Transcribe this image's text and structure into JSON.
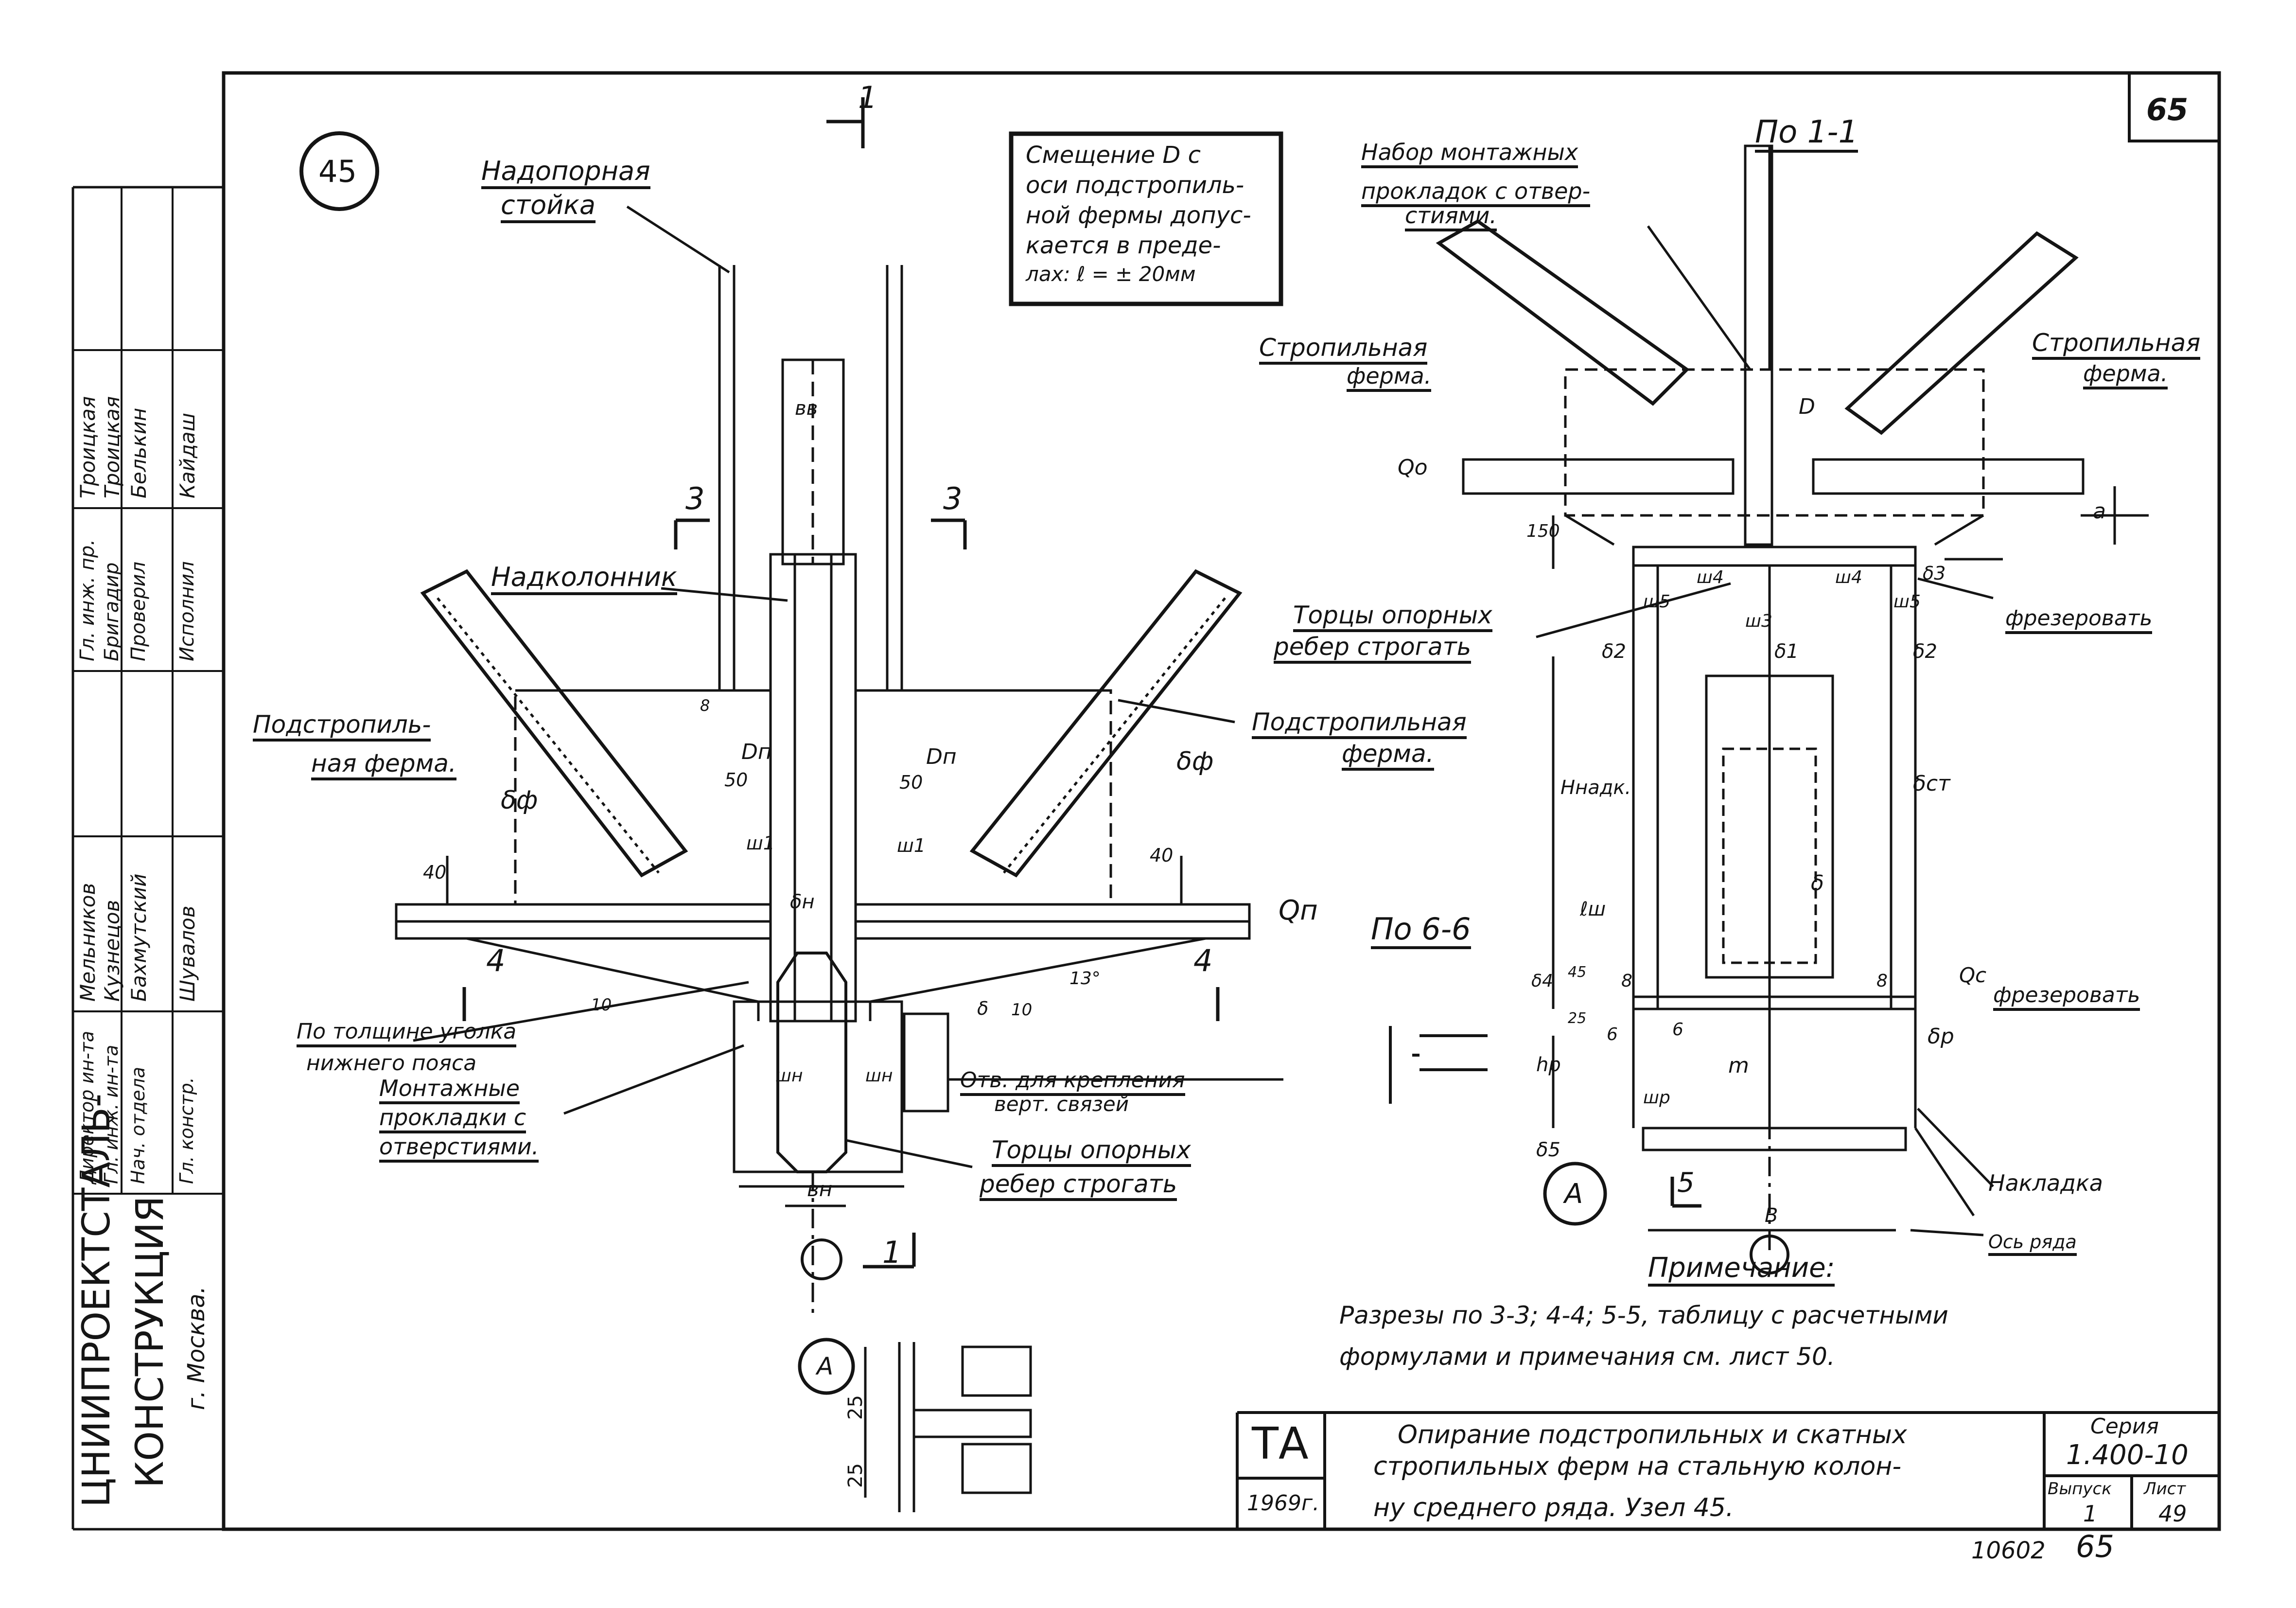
{
  "sheet": {
    "top_number": "65",
    "node_number": "45",
    "bottom_code": "10602",
    "bottom_page": "65"
  },
  "note_box": {
    "lines": [
      "Смещение D с",
      "оси подстропиль-",
      "ной фермы допус-",
      "кается в преде-",
      "лах: ℓ = ± 20мм"
    ]
  },
  "section_marks": {
    "sec1_top": "1",
    "sec1_bottom": "1",
    "sec3_left": "3",
    "sec3_right": "3",
    "sec4_left": "4",
    "sec4_right": "4",
    "sec5": "5",
    "view_a": "А"
  },
  "left_view": {
    "labels": {
      "nadopornaya": "Надопорная",
      "stoyka": "стойка",
      "nadkolonnik": "Надколонник",
      "podstrop_left_1": "Подстропиль-",
      "podstrop_left_2": "ная ферма.",
      "podstrop_right_1": "Подстропильная",
      "podstrop_right_2": "ферма.",
      "po_tolshchine_1": "По толщине уголка",
      "po_tolshchine_2": "нижнего пояса",
      "montazh_1": "Монтажные",
      "montazh_2": "прокладки с",
      "montazh_3": "отверстиями.",
      "otv_1": "Отв. для крепления",
      "otv_2": "верт. связей",
      "tortsy_1": "Торцы опорных",
      "tortsy_2": "ребер строгать",
      "qn": "Qп",
      "dn_left": "Dп",
      "dn_right": "Dп",
      "delta_f_left": "δф",
      "delta_f_right": "δф",
      "delta_n": "δн",
      "b_top": "вв",
      "bn": "вн",
      "angle": "13°"
    },
    "dims": {
      "d50_left": "50",
      "d50_right": "50",
      "d40_left": "40",
      "d40_right": "40",
      "d10_left": "10",
      "d10_right": "10",
      "sh1_left": "ш1",
      "sh1_right": "ш1",
      "shn_left": "шн",
      "shn_right": "шн",
      "delta_right": "δ",
      "small_8": "8"
    }
  },
  "right_view": {
    "title": "По 1-1",
    "labels": {
      "nabor_1": "Набор монтажных",
      "nabor_2": "прокладок с отвер-",
      "nabor_3": "стиями.",
      "strop_left_1": "Стропильная",
      "strop_left_2": "ферма.",
      "strop_right_1": "Стропильная",
      "strop_right_2": "ферма.",
      "tortsy_1": "Торцы опорных",
      "tortsy_2": "ребер строгать",
      "frez_top": "фрезеровать",
      "frez_mid": "фрезеровать",
      "nakladka": "Накладка",
      "os_ryada": "Ось ряда",
      "qo": "Qо",
      "qc": "Qc",
      "d_cap": "D",
      "a": "а"
    },
    "dims": {
      "d150": "150",
      "sh4_l": "ш4",
      "sh4_r": "ш4",
      "sh3": "ш3",
      "sh5_l": "ш5",
      "sh5_r": "ш5",
      "d2_l": "δ2",
      "d1": "δ1",
      "d2_r": "δ2",
      "d3": "δ3",
      "h_nadk": "Hнадк.",
      "d_st": "δст",
      "l_sh": "ℓш",
      "d4": "δ4",
      "d45": "45",
      "d25": "25",
      "d8_l": "8",
      "d8_r": "8",
      "d6_l": "6",
      "d6_r": "6",
      "m": "m",
      "h_r": "hр",
      "sh_r": "шр",
      "d_r": "δр",
      "d5": "δ5",
      "delta": "δ",
      "b": "В"
    }
  },
  "section_6": {
    "title": "По 6-6"
  },
  "detail_a": {
    "label": "А",
    "d25_top": "25",
    "d25_bottom": "25"
  },
  "footnote": {
    "heading": "Примечание:",
    "line1": "Разрезы по 3-3; 4-4; 5-5, таблицу с расчетными",
    "line2": "формулами и примечания см. лист 50."
  },
  "title_block": {
    "stamp": "ТА",
    "year": "1969г.",
    "description_1": "Опирание подстропильных и скатных",
    "description_2": "стропильных ферм на стальную колон-",
    "description_3": "ну среднего ряда. Узел 45.",
    "series_label": "Серия",
    "series_value": "1.400-10",
    "issue_label": "Выпуск",
    "issue_value": "1",
    "sheet_label": "Лист",
    "sheet_value": "49"
  },
  "side_stamp": {
    "org_1": "ЦНИИПРОЕКТСТАЛЬ-",
    "org_2": "КОНСТРУКЦИЯ",
    "city": "г. Москва.",
    "roles": [
      "Директор ин-та",
      "Гл. инж. ин-та",
      "Нач. отдела",
      "Гл. констр."
    ],
    "names_1": [
      "Мельников",
      "Кузнецов",
      "Бахмутский",
      "Шувалов"
    ],
    "roles_2": [
      "Гл. инж. пр.",
      "Бригадир",
      "Проверил",
      "Исполнил"
    ],
    "names_2": [
      "Троицкая",
      "Троицкая",
      "Белькин",
      "Кайдаш"
    ]
  }
}
